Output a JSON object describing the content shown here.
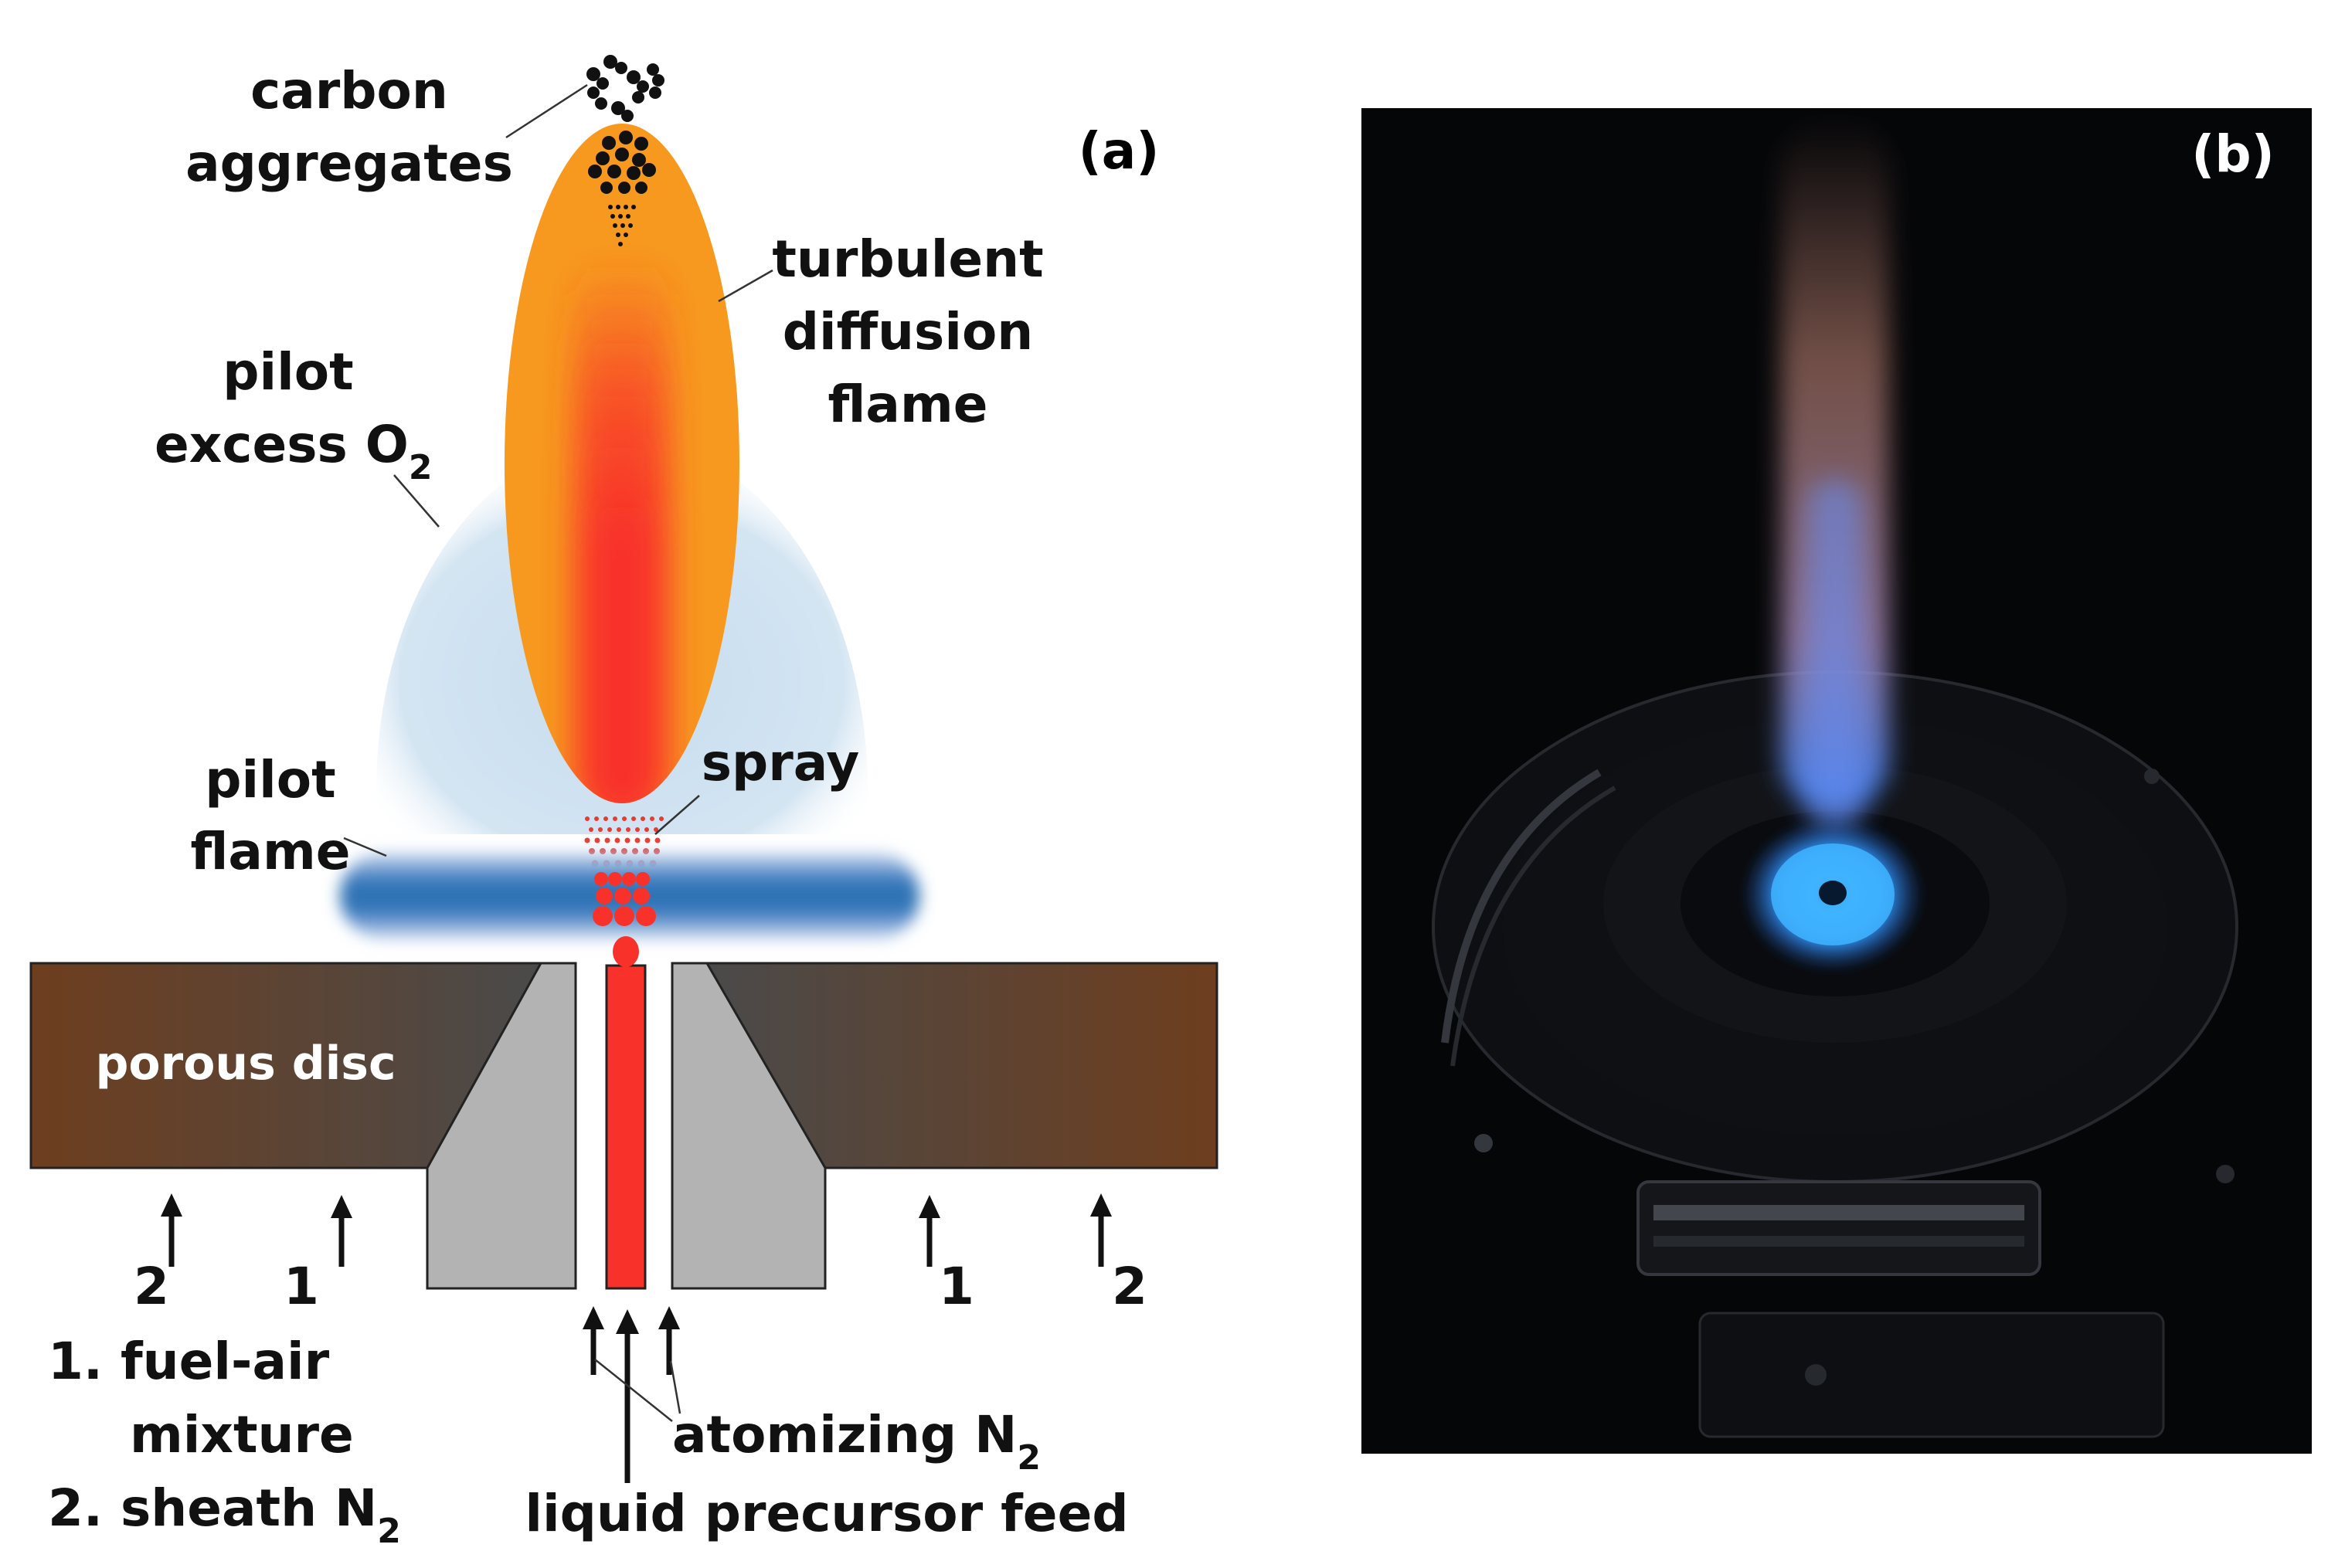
{
  "panel_a": {
    "tag": "(a)",
    "labels": {
      "carbon_1": "carbon",
      "carbon_2": "aggregates",
      "turbulent_1": "turbulent",
      "turbulent_2": "diffusion",
      "turbulent_3": "flame",
      "pilot_excess_1": "pilot",
      "pilot_excess_2": "excess O",
      "pilot_excess_sub": "2",
      "pilot_flame_1": "pilot",
      "pilot_flame_2": "flame",
      "spray": "spray",
      "porous_disc": "porous disc",
      "num_2_left": "2",
      "num_1_left": "1",
      "num_1_right": "1",
      "num_2_right": "2",
      "legend_1a": "1. fuel-air",
      "legend_1b": "mixture",
      "legend_2": "2. sheath N",
      "legend_2_sub": "2",
      "atomizing": "atomizing N",
      "atomizing_sub": "2",
      "liquid_feed": "liquid precursor feed"
    },
    "colors": {
      "flame_outer": "#f7991f",
      "flame_core": "#f8322a",
      "pilot_excess": "#c6dcee",
      "pilot_flame": "#2a6fb0",
      "nozzle": "#b3b3b3",
      "disc_dark": "#444444",
      "disc_brown": "#6e3e1e"
    }
  },
  "panel_b": {
    "tag": "(b)",
    "colors": {
      "background": "#050608",
      "plume": "#c98a7a",
      "flame_blue": "#2f8ff0"
    }
  }
}
